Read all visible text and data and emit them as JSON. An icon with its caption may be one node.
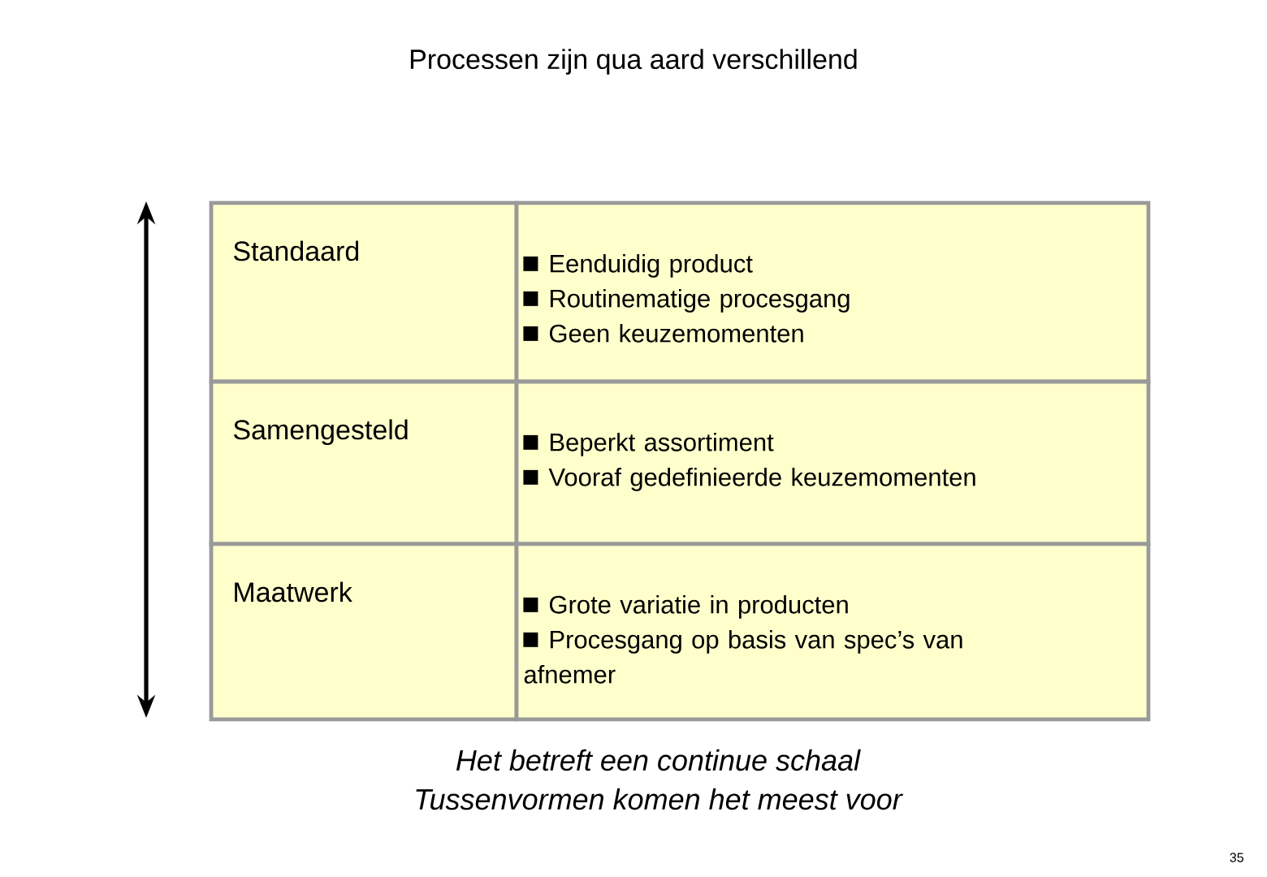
{
  "diagram": {
    "title": "Processen zijn qua aard verschillend",
    "labels": [
      "Standaard",
      "Eenduidig product",
      "Routinematige procesgang",
      "Geen keuzemomenten",
      "Samengesteld",
      "Beperkt assortiment",
      "Vooraf gedefinieerde keuzemomenten",
      "Maatwerk",
      "Grote variatie in producten",
      "Procesgang op basis van spec’s van afnemer",
      "Het betreft een continue schaal",
      "Tussenvormen komen het meest voor",
      "35"
    ]
  }
}
